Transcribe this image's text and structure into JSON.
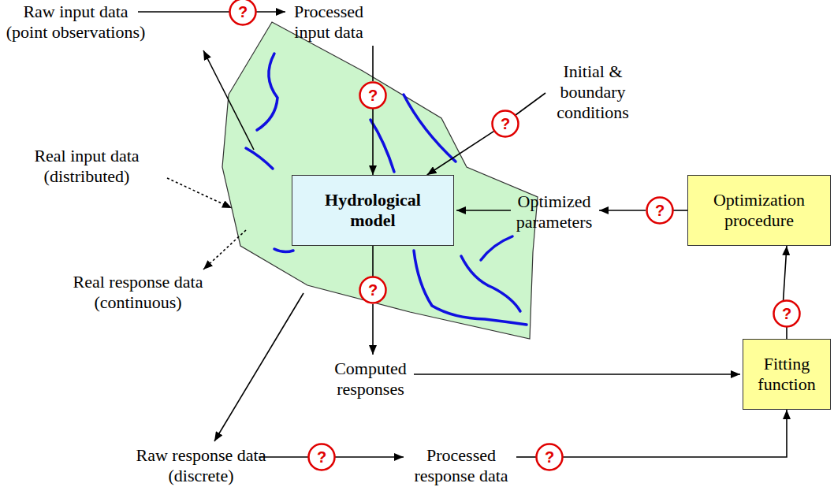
{
  "diagram": {
    "nodes": [
      {
        "text": [
          "?"
        ]
      },
      {
        "text": [
          "?"
        ]
      },
      {
        "text": [
          "?"
        ]
      },
      {
        "text": [
          "Hydrological model"
        ]
      },
      {
        "text": [
          "?"
        ]
      },
      {
        "text": [
          "Optimization procedure"
        ]
      },
      {
        "text": [
          "?"
        ]
      },
      {
        "text": [
          "?"
        ]
      },
      {
        "text": [
          "Fitting function"
        ]
      },
      {
        "text": [
          "?"
        ]
      },
      {
        "text": [
          "?"
        ]
      }
    ],
    "edges": [
      {
        "from": 1,
        "to": 3,
        "arrow": "to"
      },
      {
        "from": 2,
        "to": 3,
        "arrow": "to"
      },
      {
        "from": 3,
        "to": 7,
        "arrow": "none"
      },
      {
        "from": 5,
        "to": 4,
        "arrow": "none"
      },
      {
        "from": 8,
        "to": 6,
        "arrow": "none"
      },
      {
        "from": 6,
        "to": 5,
        "arrow": "to"
      },
      {
        "from": 10,
        "to": 8,
        "arrow": "to"
      }
    ],
    "labels": [
      "Raw input data (point observations)",
      "Processed input data",
      "Initial & boundary conditions",
      "Real input data (distributed)",
      "Optimized parameters",
      "Real response data (continuous)",
      "Computed responses",
      "Raw response data (discrete)",
      "Processed response data"
    ]
  }
}
